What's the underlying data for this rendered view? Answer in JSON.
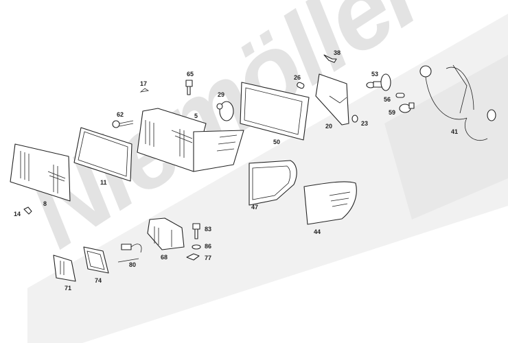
{
  "watermark": "Niemöller",
  "callouts": {
    "p38": "38",
    "p65": "65",
    "p17": "17",
    "p26": "26",
    "p53": "53",
    "p29": "29",
    "p62": "62",
    "p5": "5",
    "p56": "56",
    "p59": "59",
    "p20": "20",
    "p23": "23",
    "p41": "41",
    "p50": "50",
    "p11": "11",
    "p8": "8",
    "p47": "47",
    "p14": "14",
    "p44": "44",
    "p83": "83",
    "p86": "86",
    "p77": "77",
    "p80": "80",
    "p68": "68",
    "p71": "71",
    "p74": "74"
  }
}
